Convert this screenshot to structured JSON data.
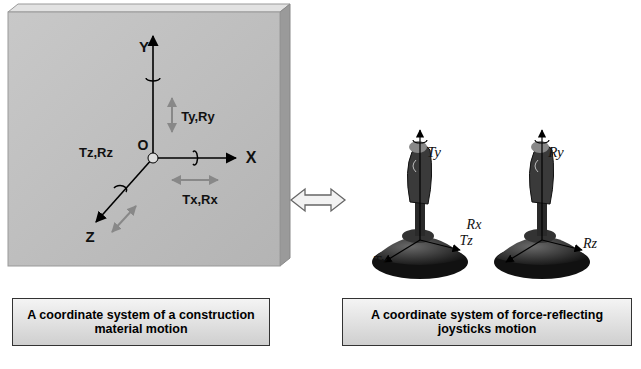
{
  "diagram": {
    "nodes": [
      {
        "text": [
          "A coordinate system of a construction material motion"
        ]
      },
      {
        "text": [
          "A coordinate system of force-reflecting joysticks motion"
        ]
      }
    ],
    "labels": [
      "Y",
      "Ty,Ry",
      "O",
      "X",
      "Tz,Rz",
      "Tx,Rx",
      "Z",
      "Ty",
      "Tz",
      "Rx",
      "Tx",
      "Ry",
      "Rz"
    ]
  }
}
